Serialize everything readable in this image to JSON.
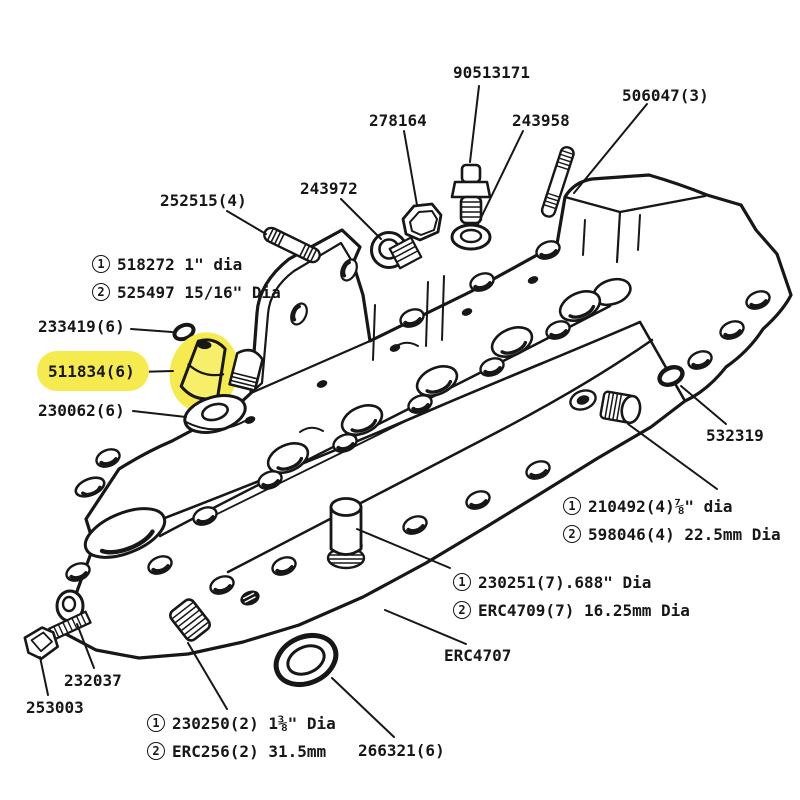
{
  "colors": {
    "ink": "#171717",
    "paper": "#ffffff",
    "highlight": "#f5ea4e"
  },
  "labels": {
    "p90513171": "90513171",
    "p506047": "506047(3)",
    "p278164": "278164",
    "p243958": "243958",
    "p243972": "243972",
    "p252515": "252515(4)",
    "p233419": "233419(6)",
    "p511834_num": "511834",
    "p511834_qty": "(6)",
    "p230062": "230062(6)",
    "p532319": "532319",
    "pERC4707": "ERC4707",
    "p232037": "232037",
    "p253003": "253003",
    "p266321": "266321(6)"
  },
  "groups": {
    "sizeA": {
      "n1": "1",
      "t1": "518272 1\" dia",
      "n2": "2",
      "t2": "525497 15/16\" Dia"
    },
    "sizeB": {
      "n1": "1",
      "t1": "210492(4)⅞\" dia",
      "n2": "2",
      "t2": "598046(4) 22.5mm Dia"
    },
    "sizeC": {
      "n1": "1",
      "t1": "230251(7).688\" Dia",
      "n2": "2",
      "t2": "ERC4709(7) 16.25mm Dia"
    },
    "sizeD": {
      "n1": "1",
      "t1": "230250(2) 1⅜\" Dia",
      "n2": "2",
      "t2": "ERC256(2) 31.5mm"
    }
  }
}
